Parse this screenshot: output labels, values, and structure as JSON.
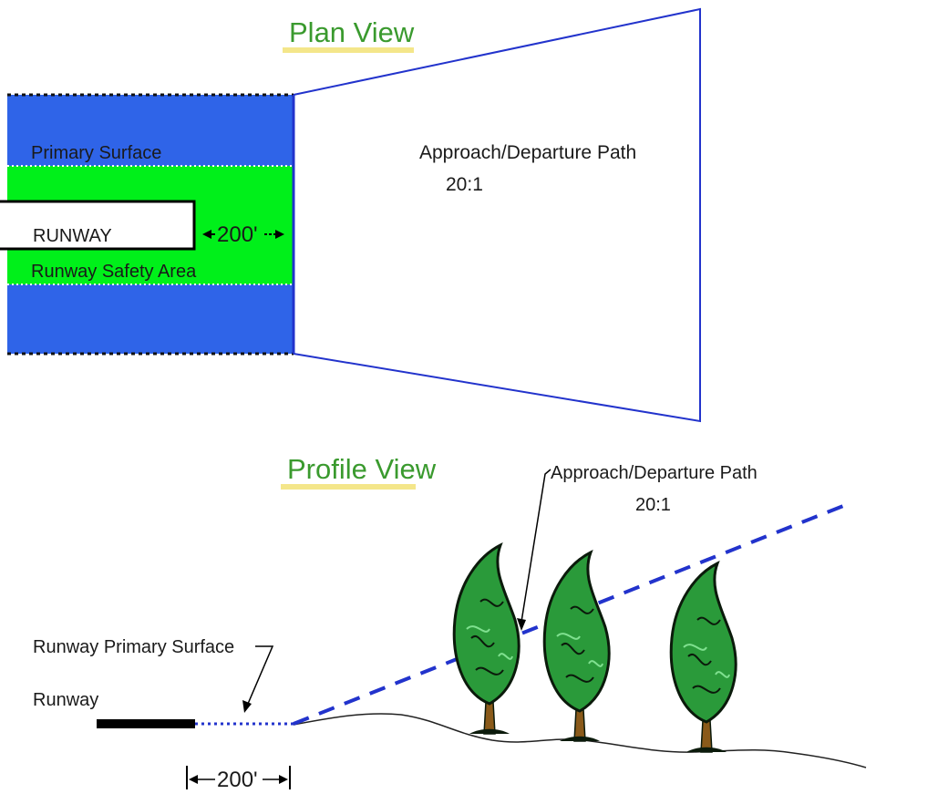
{
  "plan_view": {
    "title": "Plan View",
    "primary_surface_label": "Primary Surface",
    "runway_label": "RUNWAY",
    "rsa_label": "Runway Safety Area",
    "dimension_label": "200'",
    "approach_label": "Approach/Departure Path",
    "ratio_label": "20:1"
  },
  "profile_view": {
    "title": "Profile View",
    "approach_label": "Approach/Departure Path",
    "ratio_label": "20:1",
    "primary_surface_label": "Runway Primary Surface",
    "runway_label": "Runway",
    "dimension_label": "200'"
  },
  "colors": {
    "primary_surface": "#2f64e8",
    "safety_area": "#00f01a",
    "path_line": "#2233cc",
    "title_text": "#3a9a2e",
    "title_underline": "#f4e68a",
    "tree_foliage": "#2a9a3a",
    "tree_outline": "#0b1a0b",
    "trunk": "#8a5a1a"
  }
}
